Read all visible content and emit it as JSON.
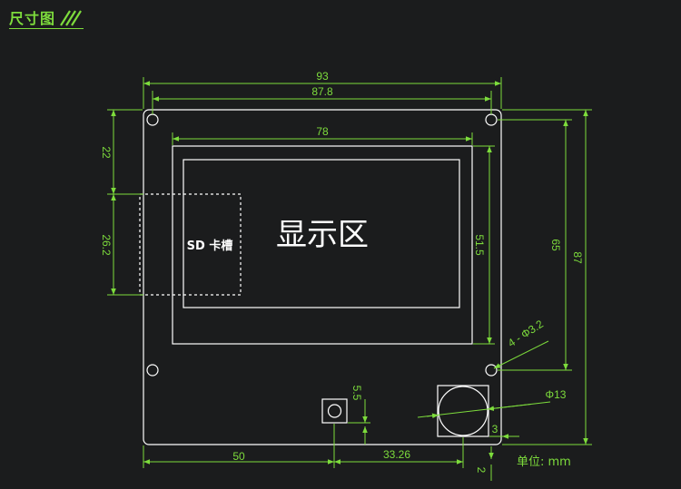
{
  "header": {
    "title": "尺寸图"
  },
  "labels": {
    "display_area": "显示区",
    "sd_slot": "SD 卡槽",
    "unit": "单位: mm"
  },
  "dimensions": {
    "overall_width": "93",
    "hole_spacing_width": "87.8",
    "screen_width": "78",
    "top_to_sd": "22",
    "sd_height": "26.2",
    "screen_height": "51.5",
    "hole_spacing_height": "65",
    "overall_height": "87",
    "hole_diameter": "4 - Φ3.2",
    "knob_diameter": "Φ13",
    "knob_offset": "3",
    "button_offset": "5.5",
    "left_to_button": "50",
    "button_to_knob": "33.26",
    "bottom_offset": "2"
  },
  "colors": {
    "background": "#1b1c1d",
    "outline": "#ffffff",
    "dimension": "#7ddc3c"
  }
}
